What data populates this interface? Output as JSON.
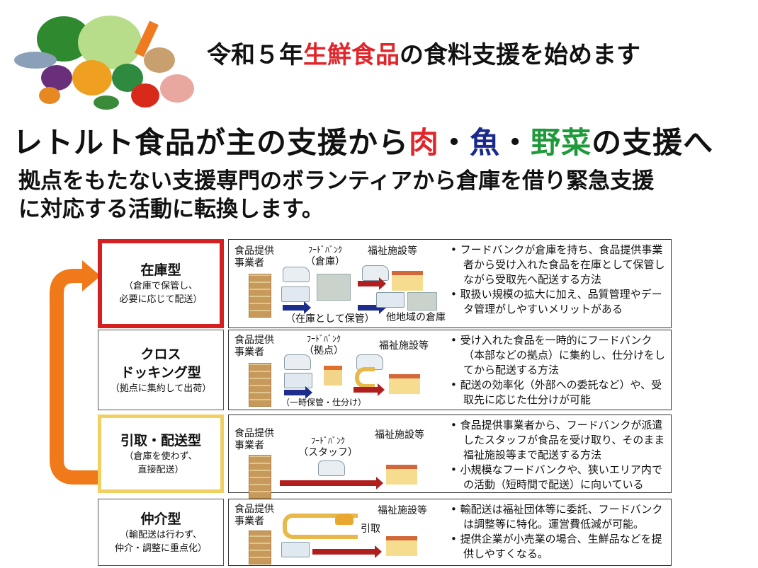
{
  "title": {
    "pre": "令和５年",
    "highlight": "生鮮食品",
    "post": "の食料支援を始めます"
  },
  "headline": {
    "a": "レトルト食品が主の支援から",
    "meat": "肉",
    "dot1": "・",
    "fish": "魚",
    "dot2": "・",
    "veg": "野菜",
    "b": "の支援へ"
  },
  "subheadline": [
    "拠点をもたない支援専門のボランティアから倉庫を借り緊急支援",
    "に対応する活動に転換します。"
  ],
  "colors": {
    "red": "#e0262b",
    "blue": "#1a2a8c",
    "green": "#1f9a3a",
    "orange_arrow": "#f07a1a",
    "row1_border": "#d42020",
    "row3_border": "#f0d060"
  },
  "rows": [
    {
      "name": "在庫型",
      "desc": [
        "（倉庫で保管し、",
        "必要に応じて配送）"
      ],
      "diagram": {
        "provider": [
          "食品提供",
          "事業者"
        ],
        "foodbank": "ﾌｰﾄﾞﾊﾞﾝｸ",
        "fb_sub": "（倉庫）",
        "dest": "福祉施設等",
        "note": "（在庫として保管）",
        "other": "他地域の倉庫"
      },
      "bullets": [
        "フードバンクが倉庫を持ち、食品提供事業者から受け入れた食品を在庫として保管しながら受取先へ配送する方法",
        "取扱い規模の拡大に加え、品質管理やデータ管理がしやすいメリットがある"
      ]
    },
    {
      "name": "クロス\nドッキング型",
      "name1": "クロス",
      "name2": "ドッキング型",
      "desc": [
        "（拠点に集約して出荷）"
      ],
      "diagram": {
        "provider": [
          "食品提供",
          "事業者"
        ],
        "foodbank": "ﾌｰﾄﾞﾊﾞﾝｸ",
        "fb_sub": "（拠点）",
        "dest": "福祉施設等",
        "note": "（一時保管・仕分け）"
      },
      "bullets": [
        "受け入れた食品を一時的にフードバンク（本部などの拠点）に集約し、仕分けをしてから配送する方法",
        "配送の効率化（外部への委託など）や、受取先に応じた仕分けが可能"
      ]
    },
    {
      "name": "引取・配送型",
      "desc": [
        "（倉庫を使わず、",
        "直接配送）"
      ],
      "diagram": {
        "provider": [
          "食品提供",
          "事業者"
        ],
        "foodbank": "ﾌｰﾄﾞﾊﾞﾝｸ",
        "fb_sub": "（スタッフ）",
        "dest": "福祉施設等"
      },
      "bullets": [
        "食品提供事業者から、フードバンクが派遣したスタッフが食品を受け取り、そのまま福祉施設等まで配送する方法",
        "小規模なフードバンクや、狭いエリア内での活動（短時間で配送）に向いている"
      ]
    },
    {
      "name": "仲介型",
      "desc": [
        "（輸配送は行わず、",
        "仲介・調整に重点化）"
      ],
      "diagram": {
        "provider": [
          "食品提供",
          "事業者"
        ],
        "dest": "福祉施設等",
        "pickup": "引取"
      },
      "bullets": [
        "輸配送は福祉団体等に委託、フードバンクは調整等に特化。運営費低減が可能。",
        "提供企業が小売業の場合、生鮮品などを提供しやすくなる。"
      ]
    }
  ]
}
